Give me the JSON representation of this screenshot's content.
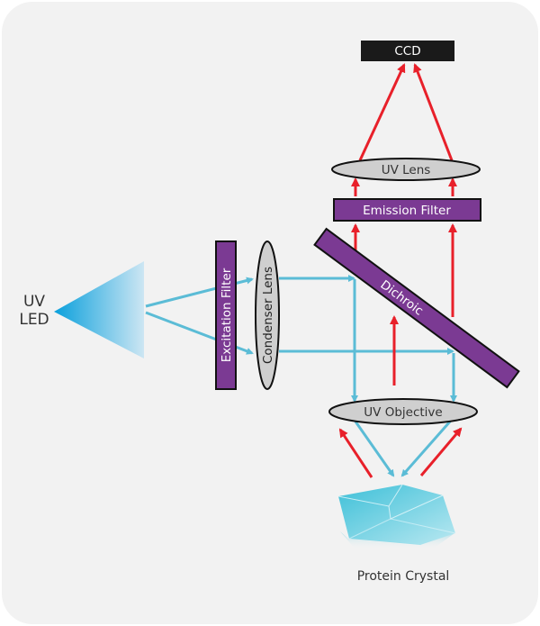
{
  "diagram": {
    "source": {
      "label_line1": "UV",
      "label_line2": "LED"
    },
    "components": {
      "excitation_filter": "Excitation Filter",
      "condenser_lens": "Condenser Lens",
      "dichroic": "Dichroic",
      "uv_objective": "UV Objective",
      "emission_filter": "Emission Filter",
      "uv_lens": "UV Lens",
      "ccd": "CCD",
      "sample": "Protein Crystal"
    },
    "colors": {
      "background": "#f2f2f2",
      "filter_purple": "#7b3a93",
      "lens_gray": "#cfcfcf",
      "ccd_black": "#1a1a1a",
      "excitation_ray": "#5bbcd6",
      "emission_ray": "#e8202a",
      "led_blue": "#0aa0dc"
    }
  }
}
